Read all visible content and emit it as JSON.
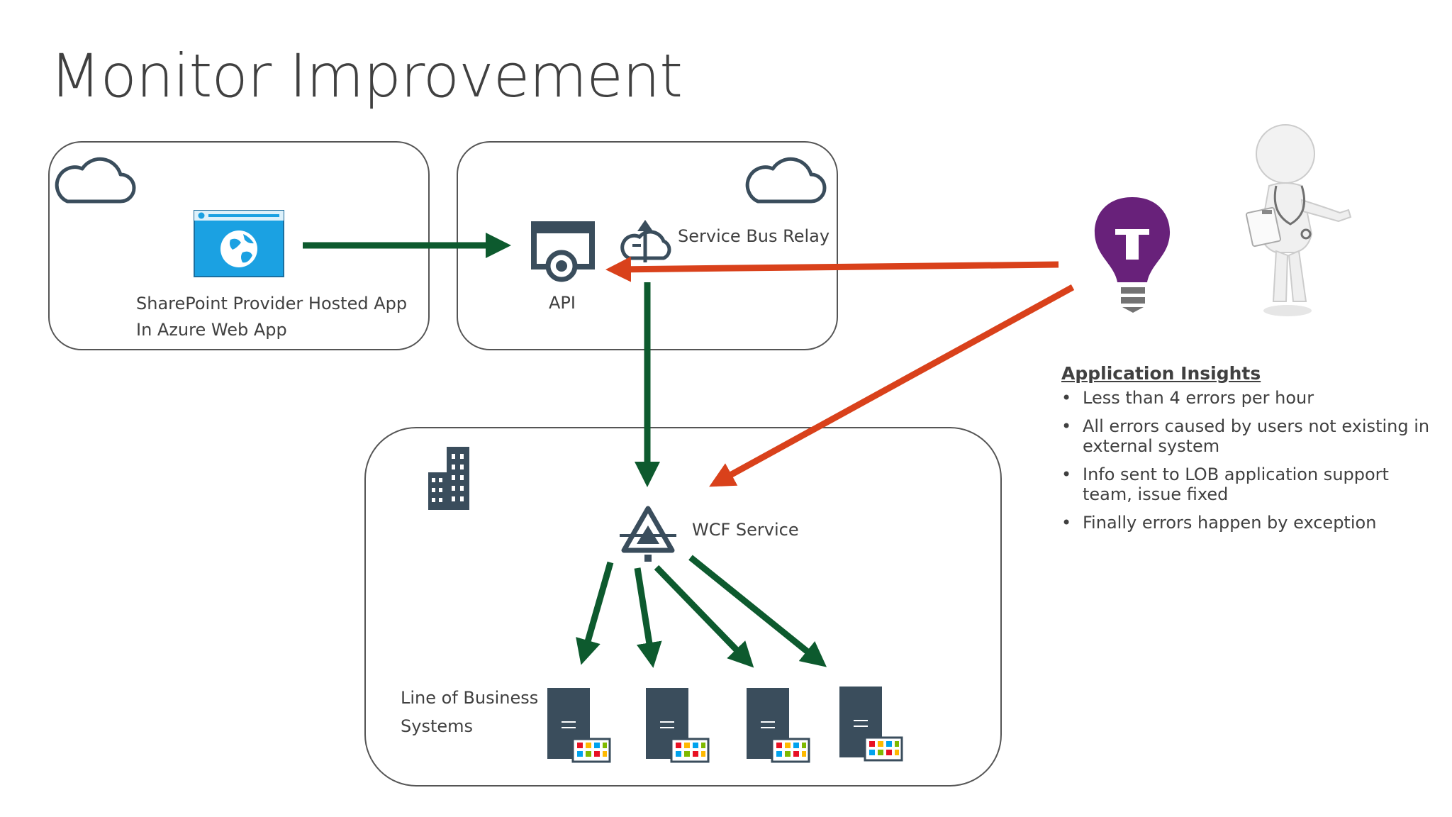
{
  "title": "Monitor Improvement",
  "labels": {
    "sharepoint_app_line1": "SharePoint Provider Hosted App",
    "sharepoint_app_line2": "In Azure Web App",
    "api": "API",
    "service_bus_relay": "Service Bus Relay",
    "wcf_service": "WCF Service",
    "lob_line1": "Line of Business",
    "lob_line2": "Systems"
  },
  "insights": {
    "heading": "Application Insights",
    "items": [
      "Less than 4 errors per hour",
      "All errors caused by users not existing in external system",
      "Info sent to LOB application support team, issue fixed",
      "Finally errors happen by exception"
    ]
  },
  "colors": {
    "flow_arrow": "#0d5a2e",
    "monitor_arrow": "#d9411b",
    "icon_dark": "#3a4d5c",
    "web_app_blue": "#1ba1e2",
    "bulb_purple": "#68217a",
    "box_border": "#555555"
  }
}
